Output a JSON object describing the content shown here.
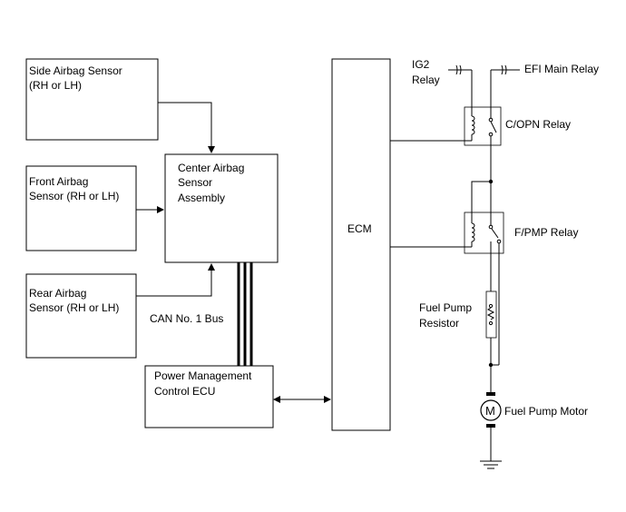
{
  "blocks": {
    "side_sensor": [
      "Side Airbag Sensor",
      "(RH or LH)"
    ],
    "front_sensor": [
      "Front Airbag",
      "Sensor (RH or LH)"
    ],
    "rear_sensor": [
      "Rear Airbag",
      "Sensor (RH or LH)"
    ],
    "center_sensor": [
      "Center Airbag",
      "Sensor",
      "Assembly"
    ],
    "power_ecu": [
      "Power Management",
      "Control ECU"
    ],
    "ecm": "ECM"
  },
  "labels": {
    "can_bus": "CAN No. 1 Bus",
    "ig2_relay": [
      "IG2",
      "Relay"
    ],
    "efi_main_relay": "EFI Main Relay",
    "copn_relay": "C/OPN Relay",
    "fpmp_relay": "F/PMP Relay",
    "fuel_pump_resistor": [
      "Fuel Pump",
      "Resistor"
    ],
    "fuel_pump_motor": "Fuel Pump Motor",
    "motor_symbol": "M"
  }
}
